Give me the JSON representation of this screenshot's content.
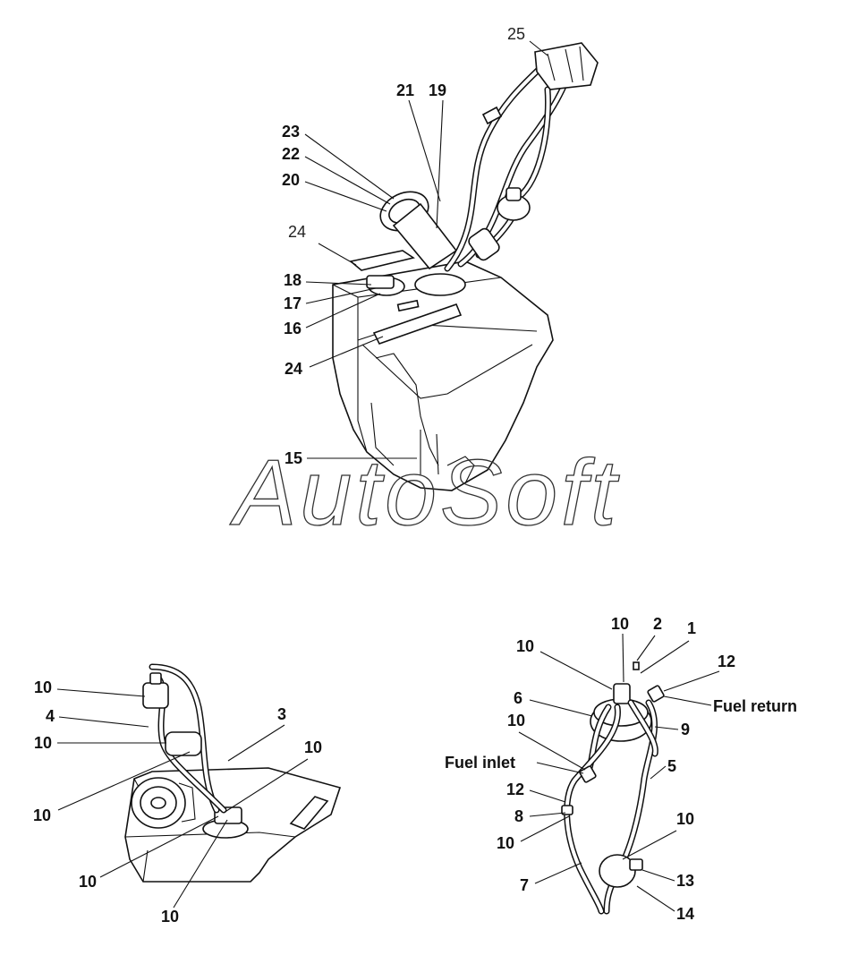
{
  "watermark": "AutoSoft",
  "top_assembly": {
    "labels": [
      "25",
      "21",
      "19",
      "23",
      "22",
      "20",
      "24",
      "18",
      "17",
      "16",
      "24",
      "15"
    ]
  },
  "left_assembly": {
    "labels": [
      "10",
      "4",
      "10",
      "3",
      "10",
      "10",
      "10",
      "10"
    ]
  },
  "right_assembly": {
    "labels": [
      "10",
      "2",
      "1",
      "10",
      "12",
      "6",
      "10",
      "9",
      "5",
      "12",
      "8",
      "10",
      "10",
      "7",
      "13",
      "14"
    ],
    "fuel_return": "Fuel return",
    "fuel_inlet": "Fuel inlet"
  }
}
